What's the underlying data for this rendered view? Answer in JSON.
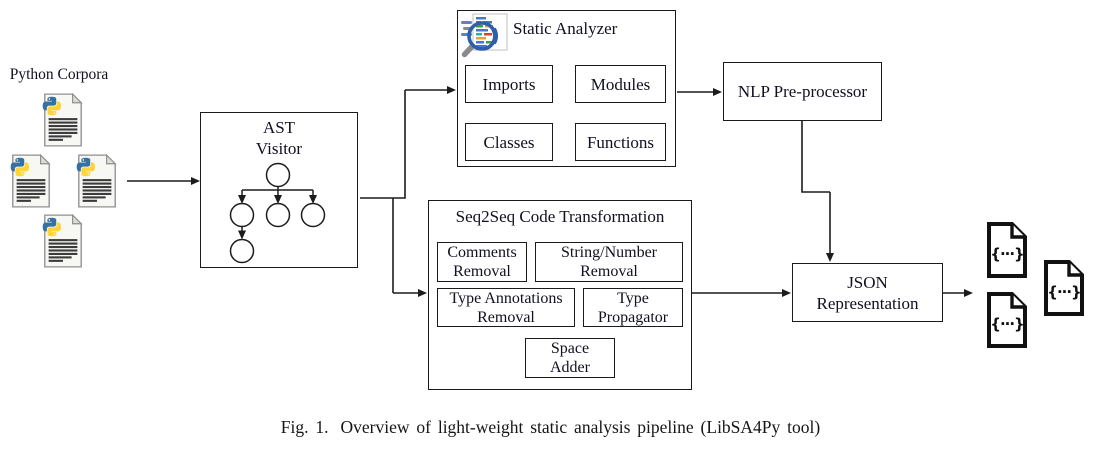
{
  "diagram": {
    "corpora_label": "Python Corpora",
    "ast_box": {
      "line1": "AST",
      "line2": "Visitor"
    },
    "static_analyzer": {
      "title": "Static Analyzer",
      "items": [
        "Imports",
        "Modules",
        "Classes",
        "Functions"
      ]
    },
    "nlp_box": {
      "label": "NLP Pre-processor"
    },
    "seq2seq": {
      "title": "Seq2Seq Code Transformation",
      "items": [
        {
          "line1": "Comments",
          "line2": "Removal"
        },
        {
          "line1": "String/Number",
          "line2": "Removal"
        },
        {
          "line1": "Type Annotations",
          "line2": "Removal"
        },
        {
          "line1": "Type",
          "line2": "Propagator"
        },
        {
          "line1": "Space",
          "line2": "Adder"
        }
      ]
    },
    "json_box": {
      "line1": "JSON",
      "line2": "Representation"
    },
    "json_glyph": "{···}",
    "colors": {
      "line": "#1c1c1c",
      "python_blue": "#3771a2",
      "python_yellow": "#ffd43b",
      "lens_blue": "#2e5fa8"
    }
  },
  "caption": {
    "label": "Fig. 1.",
    "text": "Overview of light-weight static analysis pipeline (LibSA4Py tool)"
  }
}
